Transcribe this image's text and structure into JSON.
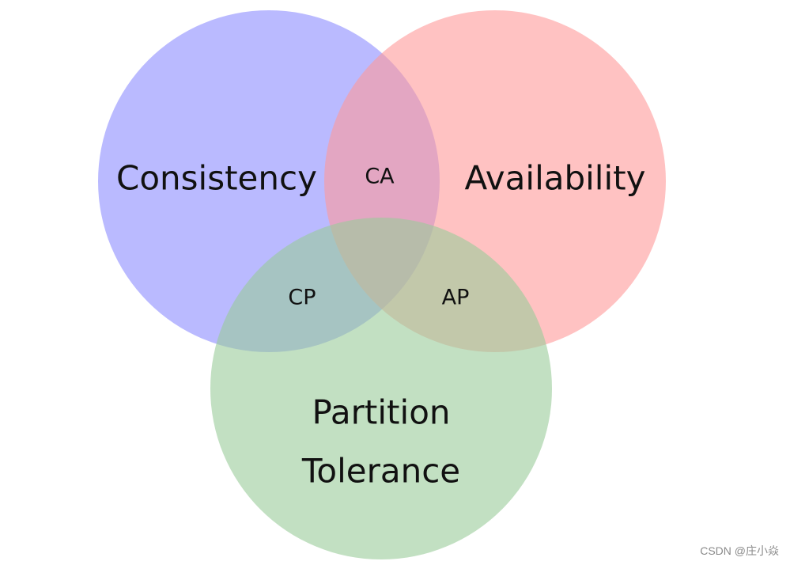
{
  "diagram": {
    "sets": [
      {
        "id": "consistency",
        "label": "Consistency",
        "color": "#8c8cff"
      },
      {
        "id": "availability",
        "label": "Availability",
        "color": "#ff9999"
      },
      {
        "id": "partition",
        "label": "Partition",
        "label2": "Tolerance",
        "color": "#99cc99"
      }
    ],
    "overlaps": {
      "ca": "CA",
      "cp": "CP",
      "ap": "AP"
    },
    "opacity": 0.6
  },
  "watermark": "CSDN @庄小焱"
}
